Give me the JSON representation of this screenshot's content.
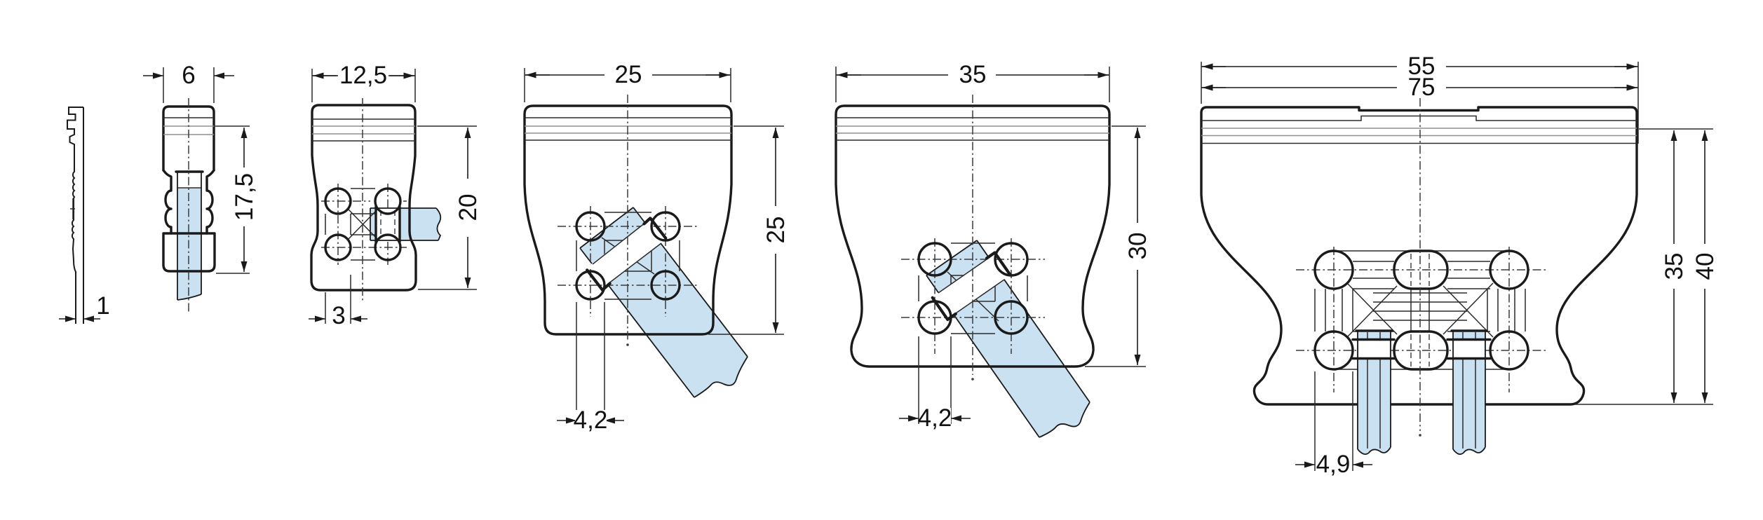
{
  "drawing": {
    "kind": "technical dimension drawing, cable-tie mounting feet, 6 views",
    "units": "mm",
    "colors": {
      "line": "#1a1a1a",
      "strap_fill": "#c9e1f1",
      "background": "#ffffff"
    }
  },
  "dims": {
    "v1_thickness": "1",
    "v2_width": "6",
    "v2_height": "17,5",
    "v3_width": "12,5",
    "v3_height": "20",
    "v3_offset": "3",
    "v4_width": "25",
    "v4_height": "25",
    "v4_pitch": "4,2",
    "v5_width": "35",
    "v5_height": "30",
    "v5_pitch": "4,2",
    "v6_width_inner": "55",
    "v6_width_outer": "75",
    "v6_height_inner": "35",
    "v6_height_outer": "40",
    "v6_pitch": "4,9"
  }
}
